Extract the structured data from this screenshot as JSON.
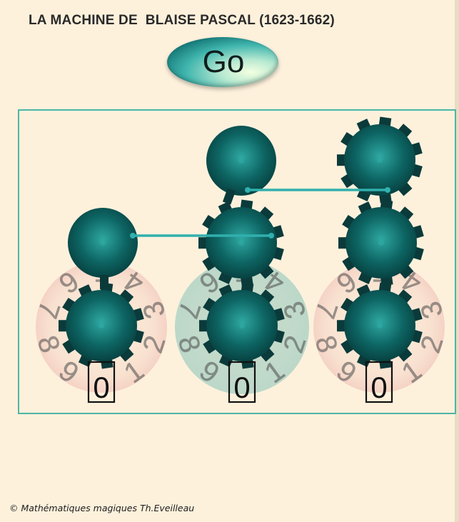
{
  "header": {
    "title": "LA MACHINE DE  BLAISE PASCAL (1623-1662)"
  },
  "controls": {
    "go_label": "Go"
  },
  "machine": {
    "columns": [
      {
        "wheel_labels": [
          "0",
          "1",
          "2",
          "3",
          "4",
          "5",
          "6",
          "7",
          "8",
          "9"
        ],
        "counter_value": "0",
        "highlighted": false
      },
      {
        "wheel_labels": [
          "0",
          "1",
          "2",
          "3",
          "4",
          "5",
          "6",
          "7",
          "8",
          "9"
        ],
        "counter_value": "0",
        "highlighted": true
      },
      {
        "wheel_labels": [
          "0",
          "1",
          "2",
          "3",
          "4",
          "5",
          "6",
          "7",
          "8",
          "9"
        ],
        "counter_value": "0",
        "highlighted": false
      }
    ],
    "colors": {
      "gear": "#0d6563",
      "gear_light": "#2fa8a2",
      "gear_dark": "#063b3b",
      "tooth": "#0b3a3a",
      "frame": "#4fb5a4",
      "rod": "#30b0ad",
      "wheel_tint": "#f0c2b8",
      "wheel_active": "#a6cfc2"
    }
  },
  "footer": {
    "credit": "© Mathématiques magiques Th.Eveilleau"
  }
}
